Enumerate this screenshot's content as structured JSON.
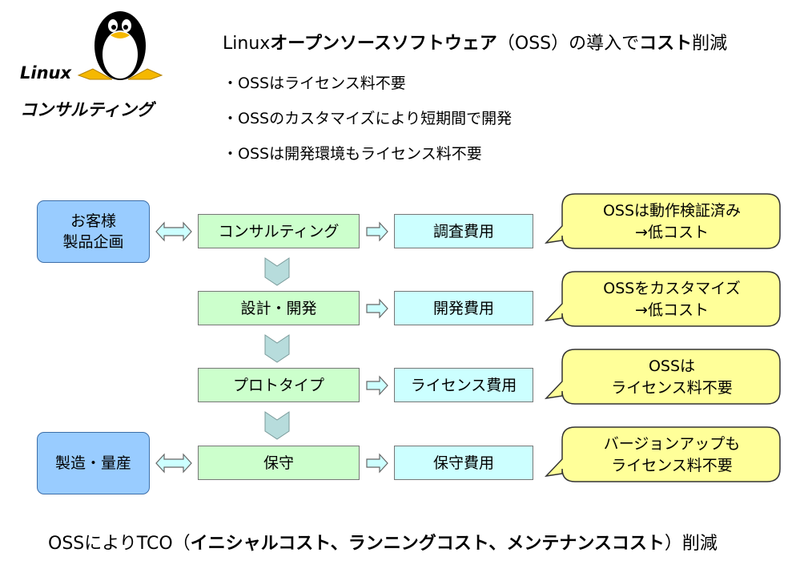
{
  "brand": {
    "line1": "Linux",
    "line2": "コンサルティング"
  },
  "headline": {
    "part1": "Linux",
    "part2": "オープンソースソフトウェア",
    "part3": "（OSS）の導入で",
    "part4": "コスト",
    "part5": "削減"
  },
  "bullets": [
    "・OSSはライセンス料不要",
    "・OSSのカスタマイズにより短期間で開発",
    "・OSSは開発環境もライセンス料不要"
  ],
  "customer_boxes": [
    {
      "line1": "お客様",
      "line2": "製品企画"
    },
    {
      "line1": "製造・量産"
    }
  ],
  "process_steps": [
    "コンサルティング",
    "設計・開発",
    "プロトタイプ",
    "保守"
  ],
  "cost_items": [
    "調査費用",
    "開発費用",
    "ライセンス費用",
    "保守費用"
  ],
  "callouts": [
    {
      "line1": "OSSは動作検証済み",
      "line2": "→低コスト"
    },
    {
      "line1": "OSSをカスタマイズ",
      "line2": "→低コスト"
    },
    {
      "line1": "OSSは",
      "line2": "ライセンス料不要"
    },
    {
      "line1": "バージョンアップも",
      "line2": "ライセンス料不要"
    }
  ],
  "footer": {
    "part1": "OSSによりTCO（",
    "part2": "イニシャルコスト、ランニングコスト、メンテナンスコスト",
    "part3": "）削減"
  },
  "colors": {
    "customer_fill": "#99ccff",
    "step_fill": "#ccffcc",
    "cost_fill": "#ccffff",
    "callout_fill": "#ffff99",
    "arrow_fill": "#ccffff",
    "chevron_fill": "#b7dcdc"
  },
  "icons": {
    "mascot": "tux-penguin-icon"
  }
}
